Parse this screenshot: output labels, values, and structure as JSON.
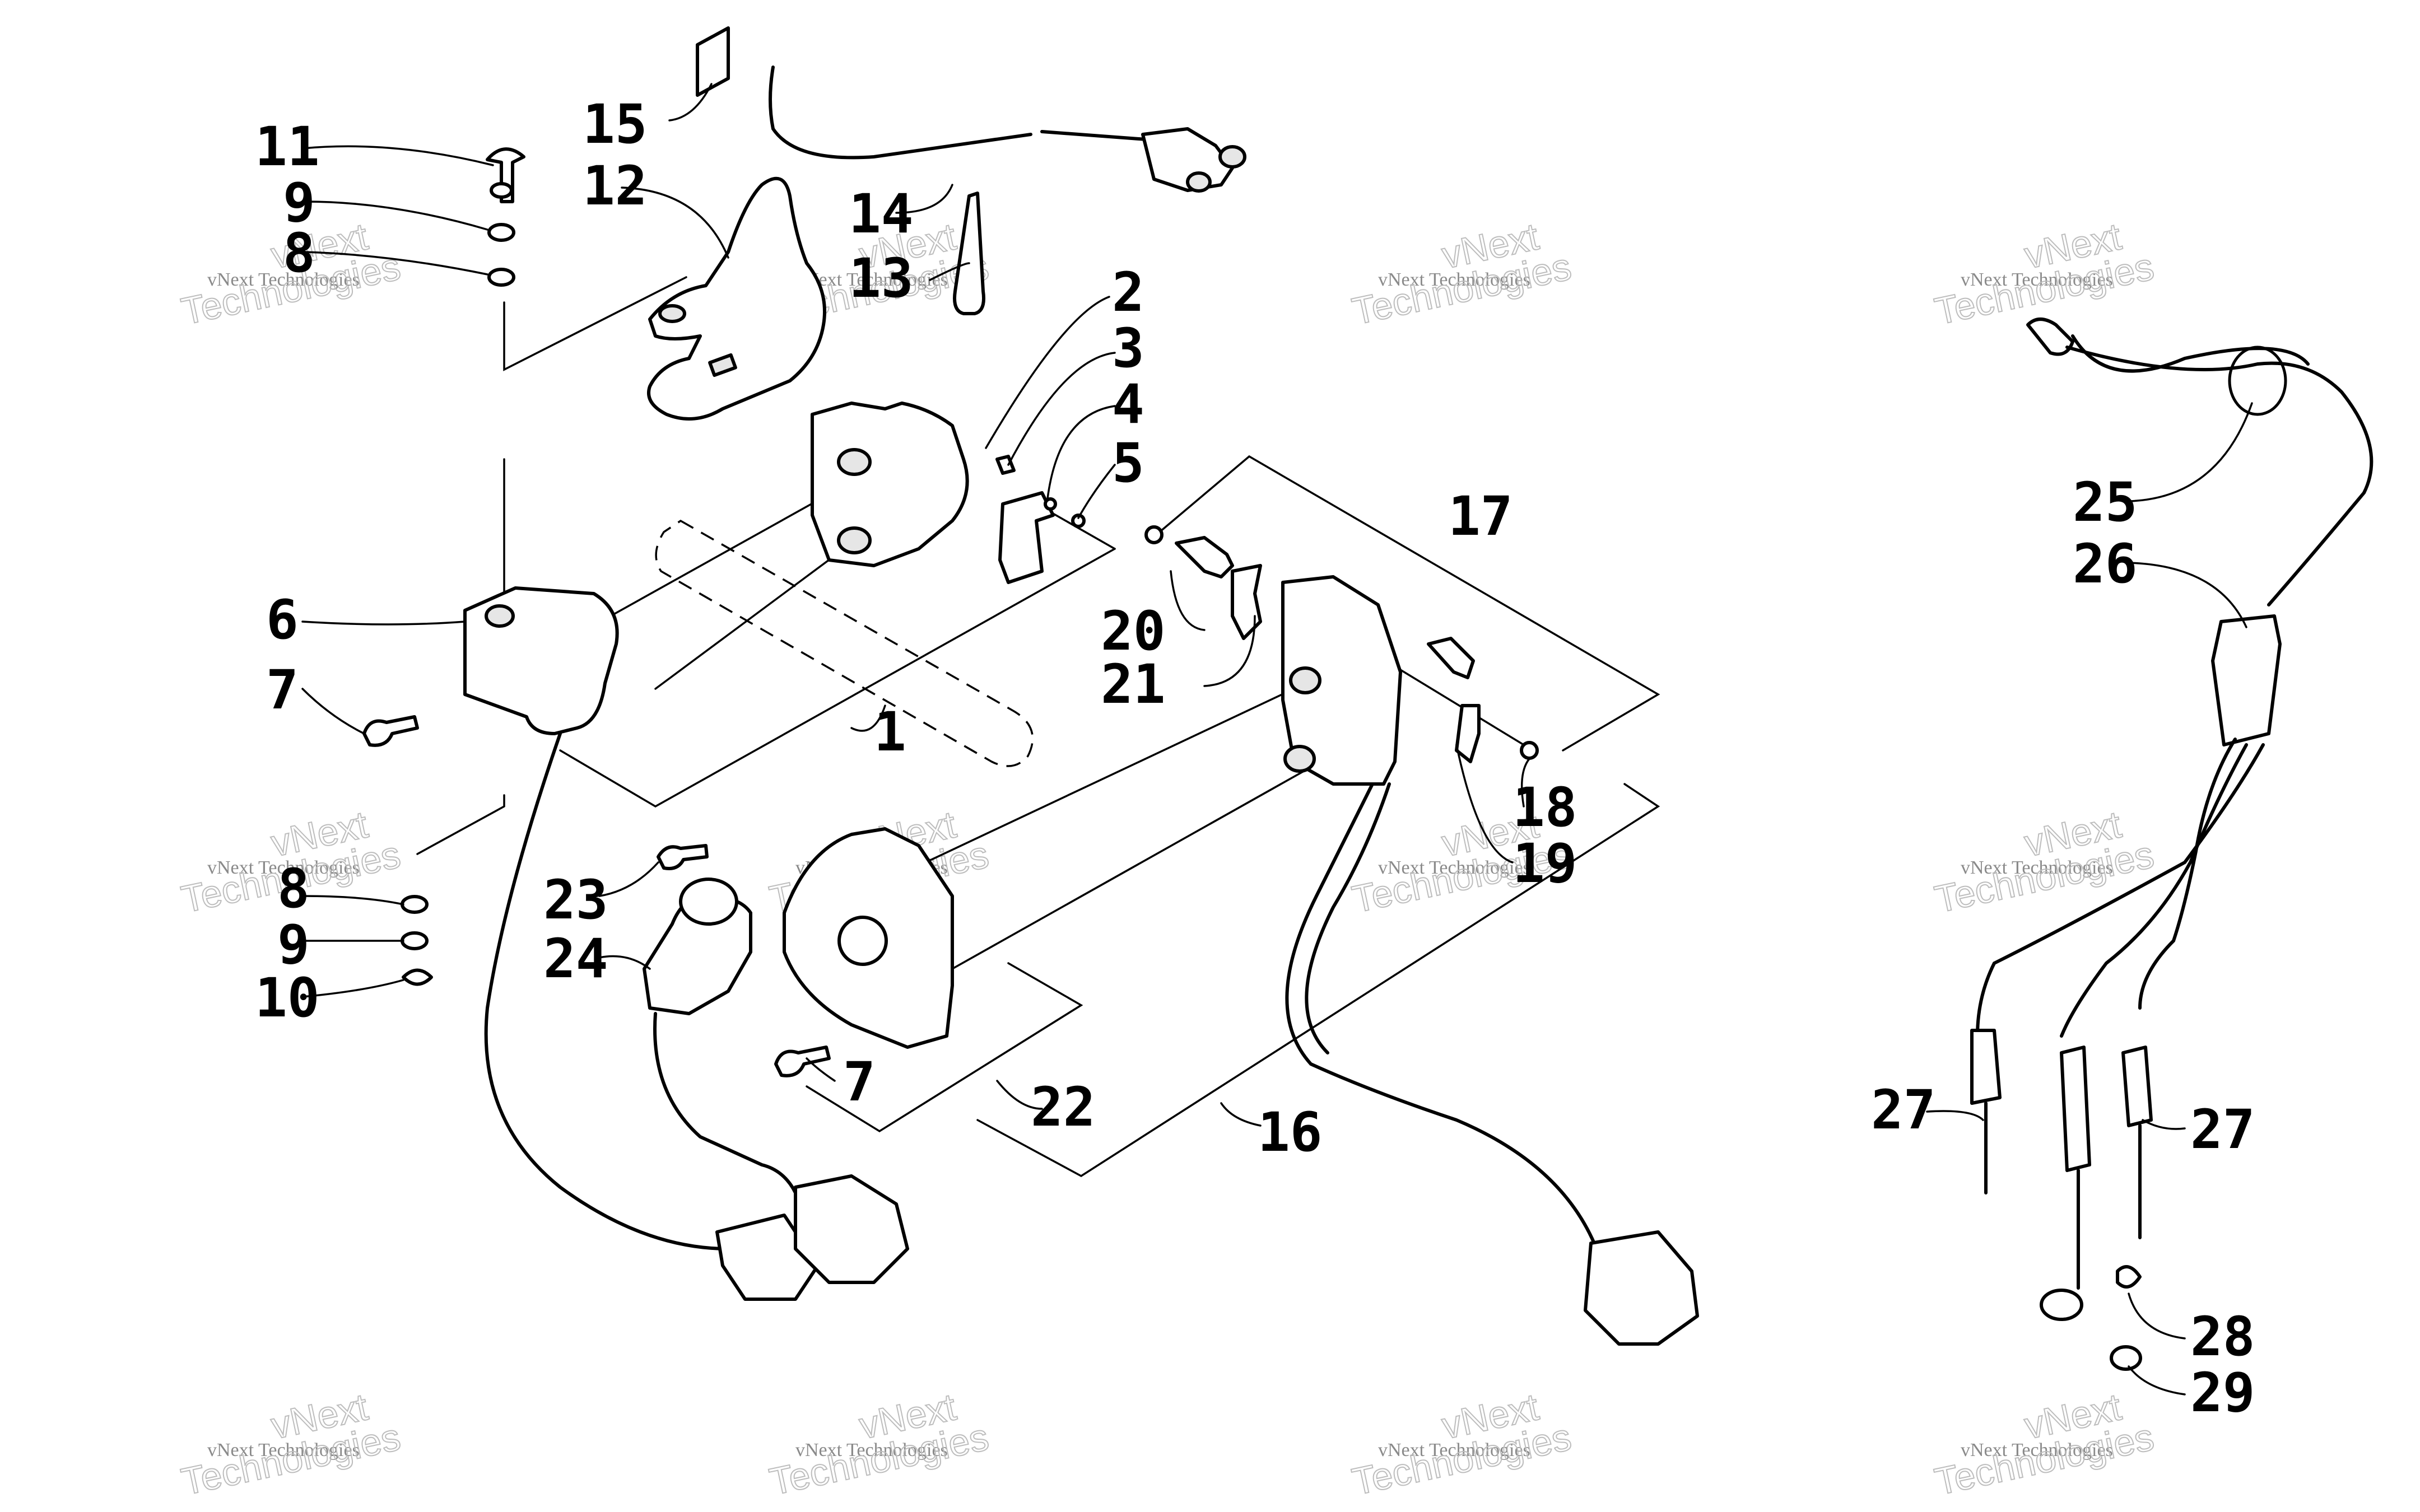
{
  "watermark": {
    "line1": "vNext Technologies",
    "line2": "vNext",
    "line3": "Technologies"
  },
  "callouts": [
    "1",
    "2",
    "3",
    "4",
    "5",
    "6",
    "7",
    "7",
    "8",
    "8",
    "9",
    "9",
    "10",
    "11",
    "12",
    "13",
    "14",
    "15",
    "16",
    "17",
    "18",
    "19",
    "20",
    "21",
    "22",
    "23",
    "24",
    "25",
    "26",
    "27",
    "27",
    "28",
    "29"
  ]
}
